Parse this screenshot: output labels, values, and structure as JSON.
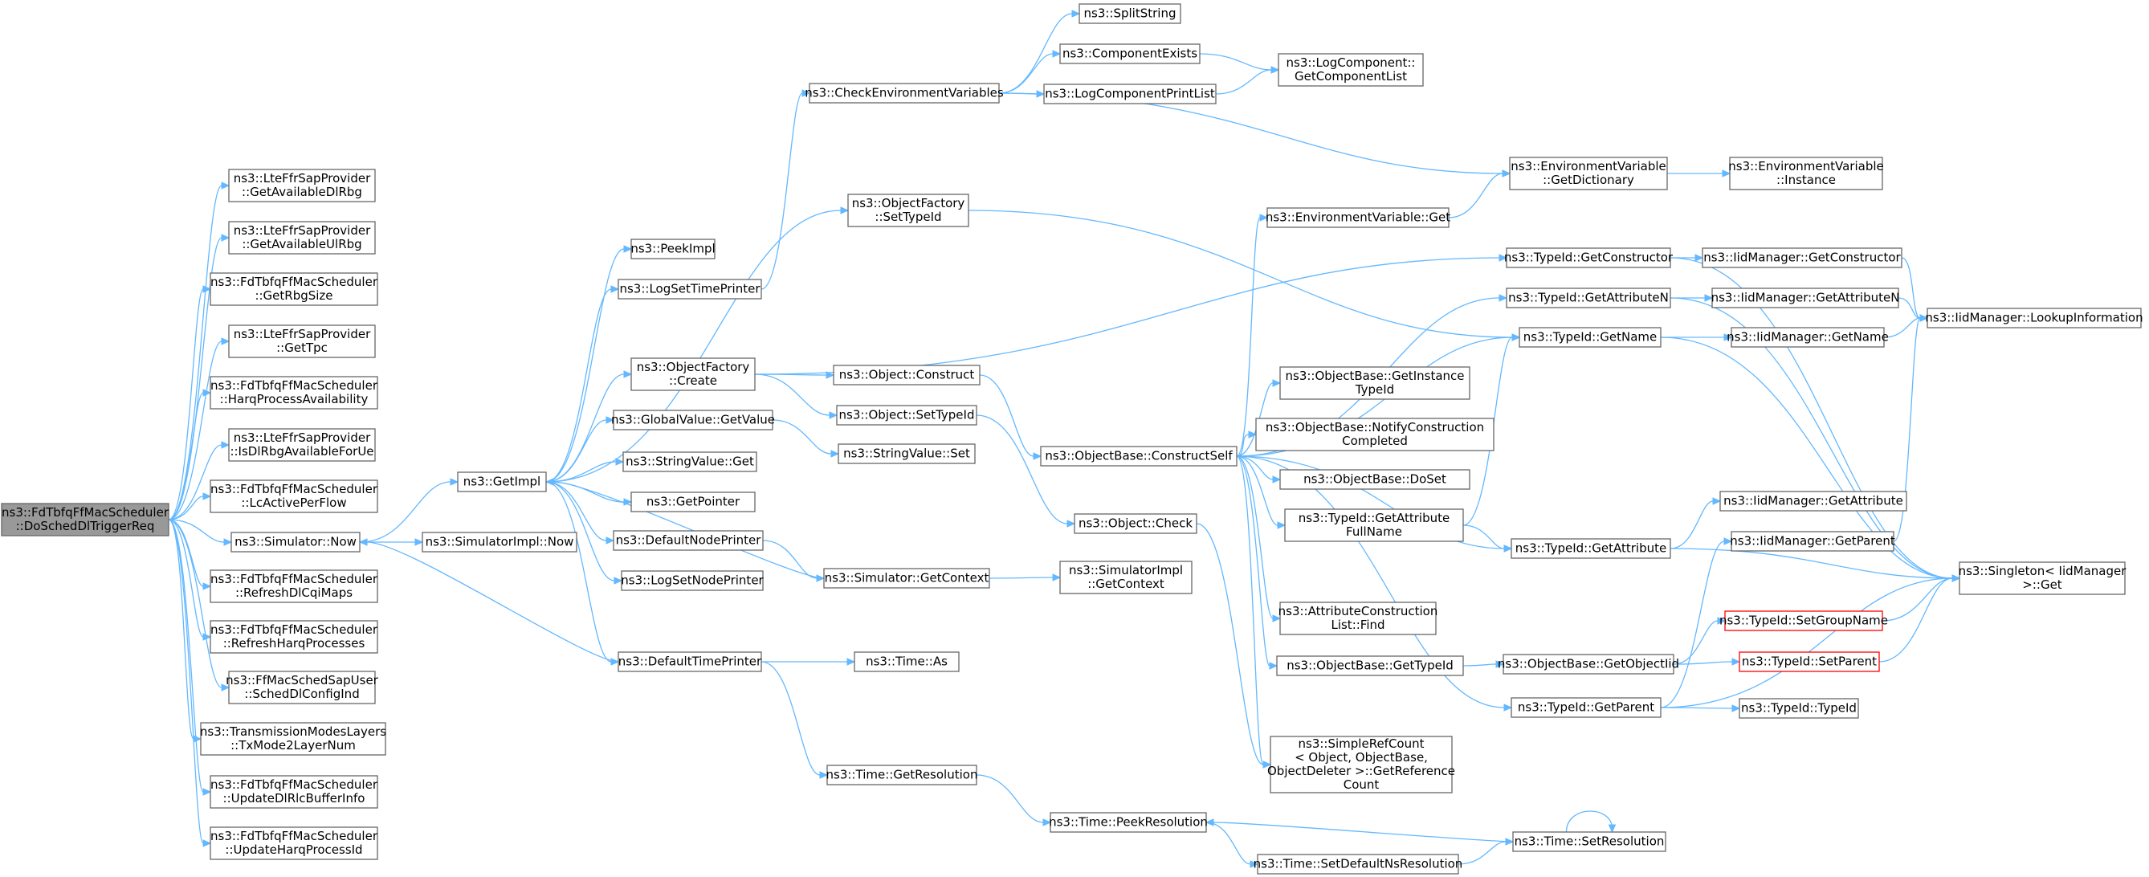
{
  "graph": {
    "nodes": [
      {
        "id": "root",
        "lines": [
          "ns3::FdTbfqFfMacScheduler",
          "::DoSchedDlTriggerReq"
        ],
        "style": "root"
      },
      {
        "id": "lteGetAvailDl",
        "lines": [
          "ns3::LteFfrSapProvider",
          "::GetAvailableDlRbg"
        ]
      },
      {
        "id": "lteGetAvailUl",
        "lines": [
          "ns3::LteFfrSapProvider",
          "::GetAvailableUlRbg"
        ]
      },
      {
        "id": "fdGetRbgSize",
        "lines": [
          "ns3::FdTbfqFfMacScheduler",
          "::GetRbgSize"
        ]
      },
      {
        "id": "lteGetTpc",
        "lines": [
          "ns3::LteFfrSapProvider",
          "::GetTpc"
        ]
      },
      {
        "id": "fdHarqAvail",
        "lines": [
          "ns3::FdTbfqFfMacScheduler",
          "::HarqProcessAvailability"
        ]
      },
      {
        "id": "lteIsDlRbg",
        "lines": [
          "ns3::LteFfrSapProvider",
          "::IsDlRbgAvailableForUe"
        ]
      },
      {
        "id": "fdLcActive",
        "lines": [
          "ns3::FdTbfqFfMacScheduler",
          "::LcActivePerFlow"
        ]
      },
      {
        "id": "simNow",
        "lines": [
          "ns3::Simulator::Now"
        ]
      },
      {
        "id": "fdRefreshCqi",
        "lines": [
          "ns3::FdTbfqFfMacScheduler",
          "::RefreshDlCqiMaps"
        ]
      },
      {
        "id": "fdRefreshHarq",
        "lines": [
          "ns3::FdTbfqFfMacScheduler",
          "::RefreshHarqProcesses"
        ]
      },
      {
        "id": "ffSchedDl",
        "lines": [
          "ns3::FfMacSchedSapUser",
          "::SchedDlConfigInd"
        ]
      },
      {
        "id": "txMode",
        "lines": [
          "ns3::TransmissionModesLayers",
          "::TxMode2LayerNum"
        ]
      },
      {
        "id": "fdUpdateRlc",
        "lines": [
          "ns3::FdTbfqFfMacScheduler",
          "::UpdateDlRlcBufferInfo"
        ]
      },
      {
        "id": "fdUpdateHarq",
        "lines": [
          "ns3::FdTbfqFfMacScheduler",
          "::UpdateHarqProcessId"
        ]
      },
      {
        "id": "getImpl",
        "lines": [
          "ns3::GetImpl"
        ]
      },
      {
        "id": "simImplNow",
        "lines": [
          "ns3::SimulatorImpl::Now"
        ]
      },
      {
        "id": "peekImpl",
        "lines": [
          "ns3::PeekImpl"
        ]
      },
      {
        "id": "logSetTime",
        "lines": [
          "ns3::LogSetTimePrinter"
        ]
      },
      {
        "id": "objFactCreate",
        "lines": [
          "ns3::ObjectFactory",
          "::Create"
        ]
      },
      {
        "id": "globalGetValue",
        "lines": [
          "ns3::GlobalValue::GetValue"
        ]
      },
      {
        "id": "stringGet",
        "lines": [
          "ns3::StringValue::Get"
        ]
      },
      {
        "id": "getPointer",
        "lines": [
          "ns3::GetPointer"
        ]
      },
      {
        "id": "defNodePrinter",
        "lines": [
          "ns3::DefaultNodePrinter"
        ]
      },
      {
        "id": "logSetNode",
        "lines": [
          "ns3::LogSetNodePrinter"
        ]
      },
      {
        "id": "defTimePrinter",
        "lines": [
          "ns3::DefaultTimePrinter"
        ]
      },
      {
        "id": "checkEnv",
        "lines": [
          "ns3::CheckEnvironmentVariables"
        ]
      },
      {
        "id": "objFactSetType",
        "lines": [
          "ns3::ObjectFactory",
          "::SetTypeId"
        ]
      },
      {
        "id": "objConstruct",
        "lines": [
          "ns3::Object::Construct"
        ]
      },
      {
        "id": "objSetTypeId",
        "lines": [
          "ns3::Object::SetTypeId"
        ]
      },
      {
        "id": "stringSet",
        "lines": [
          "ns3::StringValue::Set"
        ]
      },
      {
        "id": "simGetContext",
        "lines": [
          "ns3::Simulator::GetContext"
        ]
      },
      {
        "id": "timeAs",
        "lines": [
          "ns3::Time::As"
        ]
      },
      {
        "id": "timeGetRes",
        "lines": [
          "ns3::Time::GetResolution"
        ]
      },
      {
        "id": "splitString",
        "lines": [
          "ns3::SplitString"
        ]
      },
      {
        "id": "compExists",
        "lines": [
          "ns3::ComponentExists"
        ]
      },
      {
        "id": "logCompPrint",
        "lines": [
          "ns3::LogComponentPrintList"
        ]
      },
      {
        "id": "logCompGetList",
        "lines": [
          "ns3::LogComponent::",
          "GetComponentList"
        ]
      },
      {
        "id": "envGetDict",
        "lines": [
          "ns3::EnvironmentVariable",
          "::GetDictionary"
        ]
      },
      {
        "id": "envInstance",
        "lines": [
          "ns3::EnvironmentVariable",
          "::Instance"
        ]
      },
      {
        "id": "envGet",
        "lines": [
          "ns3::EnvironmentVariable::Get"
        ]
      },
      {
        "id": "objBaseConstructSelf",
        "lines": [
          "ns3::ObjectBase::ConstructSelf"
        ]
      },
      {
        "id": "objCheck",
        "lines": [
          "ns3::Object::Check"
        ]
      },
      {
        "id": "simImplGetContext",
        "lines": [
          "ns3::SimulatorImpl",
          "::GetContext"
        ]
      },
      {
        "id": "timePeekRes",
        "lines": [
          "ns3::Time::PeekResolution"
        ]
      },
      {
        "id": "timeSetDefault",
        "lines": [
          "ns3::Time::SetDefaultNsResolution"
        ]
      },
      {
        "id": "timeSetRes",
        "lines": [
          "ns3::Time::SetResolution"
        ]
      },
      {
        "id": "typeGetConstructor",
        "lines": [
          "ns3::TypeId::GetConstructor"
        ]
      },
      {
        "id": "typeGetAttrN",
        "lines": [
          "ns3::TypeId::GetAttributeN"
        ]
      },
      {
        "id": "typeGetName",
        "lines": [
          "ns3::TypeId::GetName"
        ]
      },
      {
        "id": "objBaseGetInstance",
        "lines": [
          "ns3::ObjectBase::GetInstance",
          "TypeId"
        ]
      },
      {
        "id": "objBaseNotify",
        "lines": [
          "ns3::ObjectBase::NotifyConstruction",
          "Completed"
        ]
      },
      {
        "id": "objBaseDoSet",
        "lines": [
          "ns3::ObjectBase::DoSet"
        ]
      },
      {
        "id": "typeGetAttrFull",
        "lines": [
          "ns3::TypeId::GetAttribute",
          "FullName"
        ]
      },
      {
        "id": "typeGetAttr",
        "lines": [
          "ns3::TypeId::GetAttribute"
        ]
      },
      {
        "id": "attrConstrFind",
        "lines": [
          "ns3::AttributeConstruction",
          "List::Find"
        ]
      },
      {
        "id": "objBaseGetTypeId",
        "lines": [
          "ns3::ObjectBase::GetTypeId"
        ]
      },
      {
        "id": "objBaseGetObjIid",
        "lines": [
          "ns3::ObjectBase::GetObjectIid"
        ]
      },
      {
        "id": "typeGetParent",
        "lines": [
          "ns3::TypeId::GetParent"
        ]
      },
      {
        "id": "simpleRefCount",
        "lines": [
          "ns3::SimpleRefCount",
          "< Object, ObjectBase,",
          "ObjectDeleter >::GetReference",
          "Count"
        ]
      },
      {
        "id": "iidGetConstructor",
        "lines": [
          "ns3::IidManager::GetConstructor"
        ]
      },
      {
        "id": "iidGetAttrN",
        "lines": [
          "ns3::IidManager::GetAttributeN"
        ]
      },
      {
        "id": "iidGetName",
        "lines": [
          "ns3::IidManager::GetName"
        ]
      },
      {
        "id": "iidGetAttr",
        "lines": [
          "ns3::IidManager::GetAttribute"
        ]
      },
      {
        "id": "iidGetParent",
        "lines": [
          "ns3::IidManager::GetParent"
        ]
      },
      {
        "id": "typeSetGroup",
        "lines": [
          "ns3::TypeId::SetGroupName"
        ],
        "style": "trunc"
      },
      {
        "id": "typeSetParent",
        "lines": [
          "ns3::TypeId::SetParent"
        ],
        "style": "trunc"
      },
      {
        "id": "typeTypeId",
        "lines": [
          "ns3::TypeId::TypeId"
        ]
      },
      {
        "id": "iidLookup",
        "lines": [
          "ns3::IidManager::LookupInformation"
        ]
      },
      {
        "id": "singletonGet",
        "lines": [
          "ns3::Singleton< IidManager",
          ">::Get"
        ]
      }
    ],
    "edges": [
      [
        "root",
        "lteGetAvailDl"
      ],
      [
        "root",
        "lteGetAvailUl"
      ],
      [
        "root",
        "fdGetRbgSize"
      ],
      [
        "root",
        "lteGetTpc"
      ],
      [
        "root",
        "fdHarqAvail"
      ],
      [
        "root",
        "lteIsDlRbg"
      ],
      [
        "root",
        "fdLcActive"
      ],
      [
        "root",
        "simNow"
      ],
      [
        "root",
        "fdRefreshCqi"
      ],
      [
        "root",
        "fdRefreshHarq"
      ],
      [
        "root",
        "ffSchedDl"
      ],
      [
        "root",
        "txMode"
      ],
      [
        "root",
        "fdUpdateRlc"
      ],
      [
        "root",
        "fdUpdateHarq"
      ],
      [
        "simNow",
        "getImpl"
      ],
      [
        "simNow",
        "simImplNow"
      ],
      [
        "getImpl",
        "peekImpl"
      ],
      [
        "getImpl",
        "logSetTime"
      ],
      [
        "getImpl",
        "objFactCreate"
      ],
      [
        "getImpl",
        "objFactSetType"
      ],
      [
        "getImpl",
        "globalGetValue"
      ],
      [
        "getImpl",
        "stringGet"
      ],
      [
        "getImpl",
        "getPointer"
      ],
      [
        "getImpl",
        "defNodePrinter"
      ],
      [
        "getImpl",
        "logSetNode"
      ],
      [
        "getImpl",
        "defTimePrinter"
      ],
      [
        "logSetTime",
        "checkEnv"
      ],
      [
        "checkEnv",
        "splitString"
      ],
      [
        "checkEnv",
        "compExists"
      ],
      [
        "checkEnv",
        "logCompPrint"
      ],
      [
        "checkEnv",
        "envGetDict"
      ],
      [
        "compExists",
        "logCompGetList"
      ],
      [
        "logCompPrint",
        "logCompGetList"
      ],
      [
        "envGetDict",
        "envInstance"
      ],
      [
        "objFactSetType",
        "typeGetName"
      ],
      [
        "objFactCreate",
        "objConstruct"
      ],
      [
        "objFactCreate",
        "objSetTypeId"
      ],
      [
        "objFactCreate",
        "typeGetConstructor"
      ],
      [
        "objConstruct",
        "objBaseConstructSelf"
      ],
      [
        "objSetTypeId",
        "objCheck"
      ],
      [
        "globalGetValue",
        "stringSet"
      ],
      [
        "defNodePrinter",
        "simGetContext"
      ],
      [
        "simGetContext",
        "getImpl"
      ],
      [
        "simGetContext",
        "simImplGetContext"
      ],
      [
        "defTimePrinter",
        "simNow"
      ],
      [
        "defTimePrinter",
        "timeAs"
      ],
      [
        "defTimePrinter",
        "timeGetRes"
      ],
      [
        "timeGetRes",
        "timePeekRes"
      ],
      [
        "objBaseConstructSelf",
        "envGet"
      ],
      [
        "objBaseConstructSelf",
        "typeGetAttrN"
      ],
      [
        "objBaseConstructSelf",
        "typeGetName"
      ],
      [
        "objBaseConstructSelf",
        "objBaseGetInstance"
      ],
      [
        "objBaseConstructSelf",
        "objBaseNotify"
      ],
      [
        "objBaseConstructSelf",
        "objBaseDoSet"
      ],
      [
        "objBaseConstructSelf",
        "typeGetAttrFull"
      ],
      [
        "objBaseConstructSelf",
        "typeGetAttr"
      ],
      [
        "objBaseConstructSelf",
        "attrConstrFind"
      ],
      [
        "objBaseConstructSelf",
        "objBaseGetTypeId"
      ],
      [
        "objBaseConstructSelf",
        "typeGetParent"
      ],
      [
        "objBaseConstructSelf",
        "simpleRefCount"
      ],
      [
        "envGet",
        "envGetDict"
      ],
      [
        "objCheck",
        "simpleRefCount"
      ],
      [
        "typeGetAttrFull",
        "typeGetName"
      ],
      [
        "typeGetAttrFull",
        "typeGetAttr"
      ],
      [
        "objBaseGetTypeId",
        "objBaseGetObjIid"
      ],
      [
        "objBaseGetObjIid",
        "typeSetGroup"
      ],
      [
        "objBaseGetObjIid",
        "typeSetParent"
      ],
      [
        "typeGetConstructor",
        "iidGetConstructor"
      ],
      [
        "typeGetConstructor",
        "singletonGet"
      ],
      [
        "typeGetAttrN",
        "iidGetAttrN"
      ],
      [
        "typeGetAttrN",
        "singletonGet"
      ],
      [
        "typeGetName",
        "iidGetName"
      ],
      [
        "typeGetName",
        "singletonGet"
      ],
      [
        "typeGetAttr",
        "iidGetAttr"
      ],
      [
        "typeGetAttr",
        "singletonGet"
      ],
      [
        "typeGetParent",
        "iidGetParent"
      ],
      [
        "typeGetParent",
        "typeTypeId"
      ],
      [
        "typeGetParent",
        "singletonGet"
      ],
      [
        "iidGetConstructor",
        "iidLookup"
      ],
      [
        "iidGetAttrN",
        "iidLookup"
      ],
      [
        "iidGetName",
        "iidLookup"
      ],
      [
        "iidGetParent",
        "iidLookup"
      ],
      [
        "typeSetGroup",
        "singletonGet"
      ],
      [
        "typeSetParent",
        "singletonGet"
      ],
      [
        "timePeekRes",
        "timeSetDefault"
      ],
      [
        "timeSetDefault",
        "timeSetRes"
      ],
      [
        "timeSetRes",
        "timePeekRes"
      ],
      [
        "timeSetRes",
        "timeSetRes"
      ]
    ]
  }
}
